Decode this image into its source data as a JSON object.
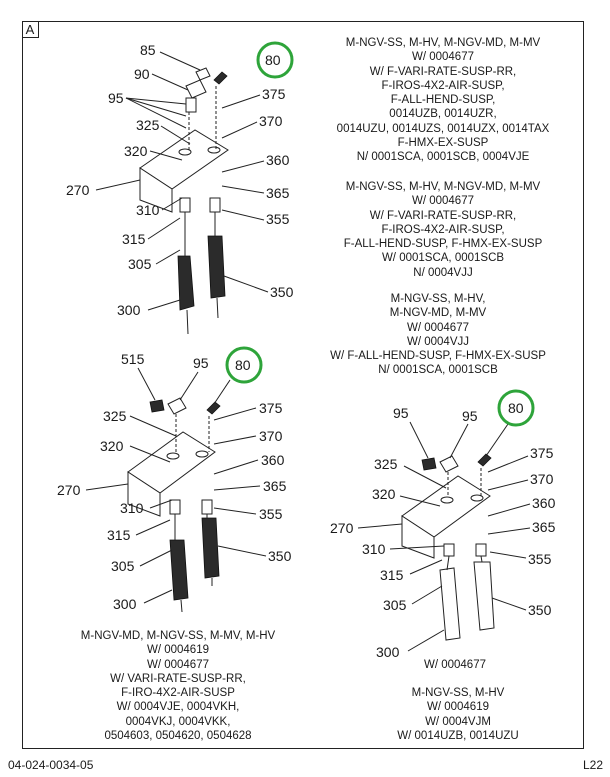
{
  "frame_tag": "A",
  "callouts": {
    "c85": "85",
    "c90": "90",
    "c95": "95",
    "c80": "80",
    "c375": "375",
    "c325": "325",
    "c370": "370",
    "c320": "320",
    "c360": "360",
    "c270": "270",
    "c365": "365",
    "c310": "310",
    "c355": "355",
    "c315": "315",
    "c305": "305",
    "c350": "350",
    "c300": "300",
    "c515": "515"
  },
  "notes_top_right": [
    "M-NGV-SS, M-HV, M-NGV-MD, M-MV",
    "W/ 0004677",
    "W/ F-VARI-RATE-SUSP-RR,",
    "F-IROS-4X2-AIR-SUSP,",
    "F-ALL-HEND-SUSP,",
    "0014UZB, 0014UZR,",
    "0014UZU, 0014UZS, 0014UZX, 0014TAX",
    "F-HMX-EX-SUSP",
    "N/ 0001SCA, 0001SCB, 0004VJE"
  ],
  "notes_mid_right": [
    "M-NGV-SS, M-HV, M-NGV-MD, M-MV",
    "W/ 0004677",
    "W/ F-VARI-RATE-SUSP-RR,",
    "F-IROS-4X2-AIR-SUSP,",
    "F-ALL-HEND-SUSP, F-HMX-EX-SUSP",
    "W/ 0001SCA, 0001SCB",
    "N/ 0004VJJ"
  ],
  "notes_lower_right": [
    "M-NGV-SS, M-HV,",
    "M-NGV-MD, M-MV",
    "W/ 0004677",
    "W/ 0004VJJ",
    "W/ F-ALL-HEND-SUSP, F-HMX-EX-SUSP",
    "N/ 0001SCA, 0001SCB"
  ],
  "notes_bottom_left": [
    "M-NGV-MD, M-NGV-SS, M-MV, M-HV",
    "W/ 0004619",
    "W/ 0004677",
    "W/ VARI-RATE-SUSP-RR,",
    "F-IRO-4X2-AIR-SUSP",
    "W/ 0004VJE, 0004VKH,",
    "0004VKJ, 0004VKK,",
    "0504603, 0504620, 0504628"
  ],
  "notes_bottom_right_a": "W/ 0004677",
  "notes_bottom_right_b": [
    "M-NGV-SS, M-HV",
    "W/ 0004619",
    "W/ 0004VJM",
    "W/ 0014UZB, 0014UZU"
  ],
  "footer": {
    "doc_number": "04-024-0034-05",
    "page_code": "L22"
  },
  "colors": {
    "highlight_circle": "#2ea43a",
    "line": "#222222"
  }
}
